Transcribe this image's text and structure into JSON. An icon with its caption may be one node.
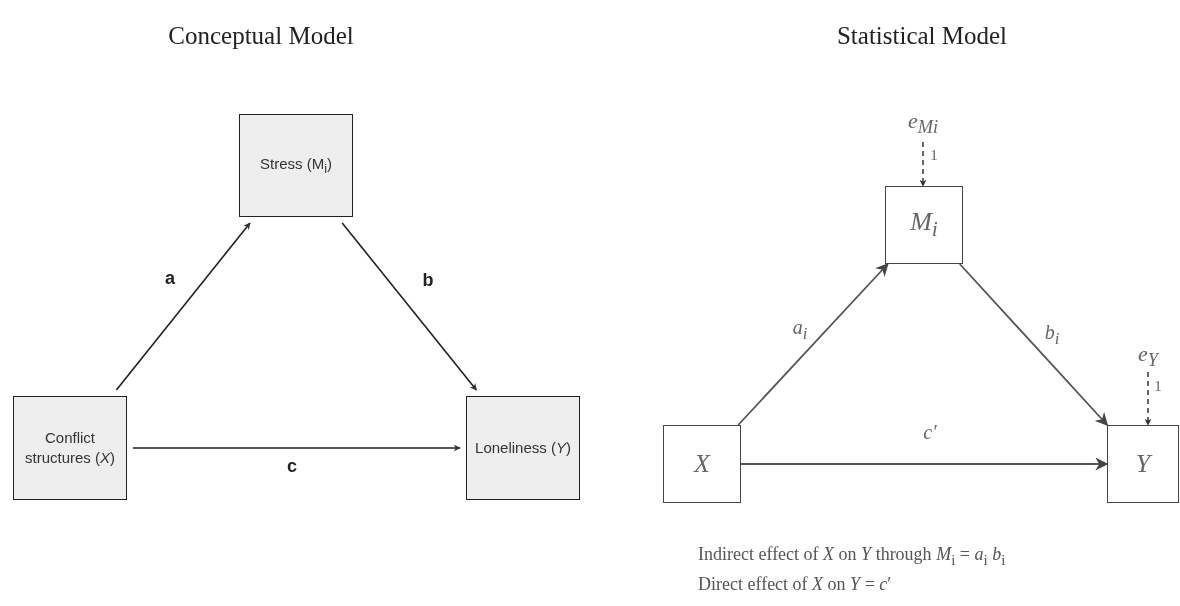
{
  "diagram": {
    "nodes": [
      {
        "text": [
          "Conflict structures (*X*)"
        ]
      },
      {
        "text": [
          "Stress (M$_{i}$)"
        ]
      },
      {
        "text": [
          "Loneliness (*Y*)"
        ]
      },
      {
        "text": [
          "X"
        ]
      },
      {
        "text": [
          "M$_{i}$"
        ]
      },
      {
        "text": [
          "Y"
        ]
      },
      {
        "text": [
          "e$_{Mi}$"
        ]
      },
      {
        "text": [
          "e$_{Y}$"
        ]
      }
    ],
    "edges": [
      {
        "from": 0,
        "to": 1,
        "arrow": "to",
        "label": "a"
      },
      {
        "from": 1,
        "to": 2,
        "arrow": "to",
        "label": "b"
      },
      {
        "from": 0,
        "to": 2,
        "arrow": "to",
        "label": "c"
      },
      {
        "from": 3,
        "to": 4,
        "arrow": "to",
        "label": "a$_{i}$"
      },
      {
        "from": 4,
        "to": 5,
        "arrow": "to",
        "label": "b$_{i}$"
      },
      {
        "from": 3,
        "to": 5,
        "arrow": "to",
        "label": "c′"
      },
      {
        "from": 6,
        "to": 4,
        "arrow": "to",
        "label": "1",
        "style": "dashed"
      },
      {
        "from": 7,
        "to": 5,
        "arrow": "to",
        "label": "1",
        "style": "dashed"
      }
    ],
    "labels": [
      "Conceptual Model",
      "Statistical Model",
      "Indirect effect of *X* on *Y* through *M*$_{i}$ = *a*$_{i}$ *b*$_{i}$",
      "Direct effect of *X* on *Y* = *c*′"
    ]
  }
}
